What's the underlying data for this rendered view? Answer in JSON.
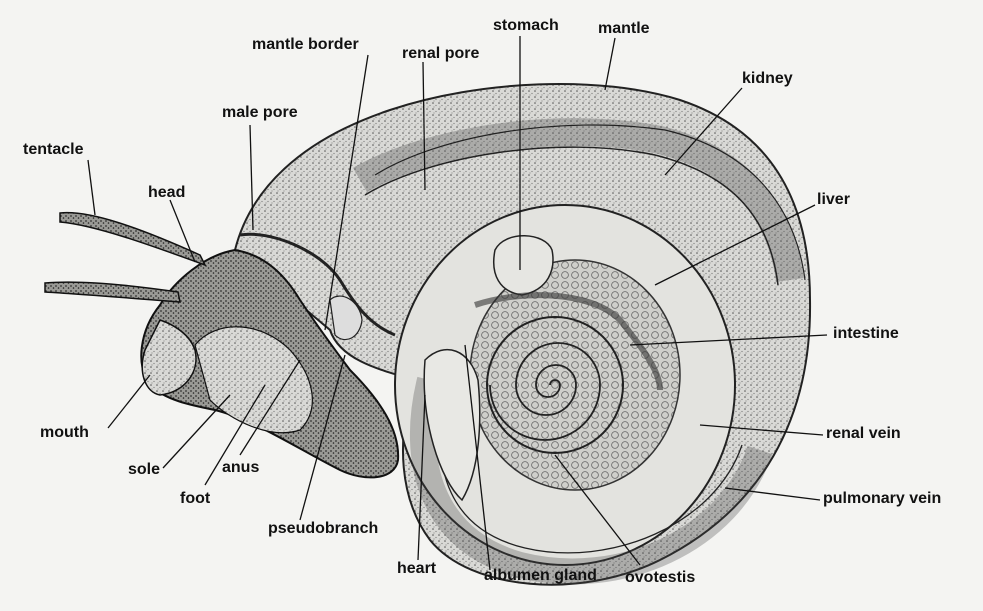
{
  "labels": {
    "stomach": "stomach",
    "mantle": "mantle",
    "mantle_border": "mantle border",
    "renal_pore": "renal pore",
    "kidney": "kidney",
    "male_pore": "male pore",
    "tentacle": "tentacle",
    "head": "head",
    "liver": "liver",
    "intestine": "intestine",
    "mouth": "mouth",
    "renal_vein": "renal vein",
    "sole": "sole",
    "anus": "anus",
    "foot": "foot",
    "pulmonary_vein": "pulmonary vein",
    "pseudobranch": "pseudobranch",
    "heart": "heart",
    "albumen_gland": "albumen gland",
    "ovotestis": "ovotestis"
  }
}
